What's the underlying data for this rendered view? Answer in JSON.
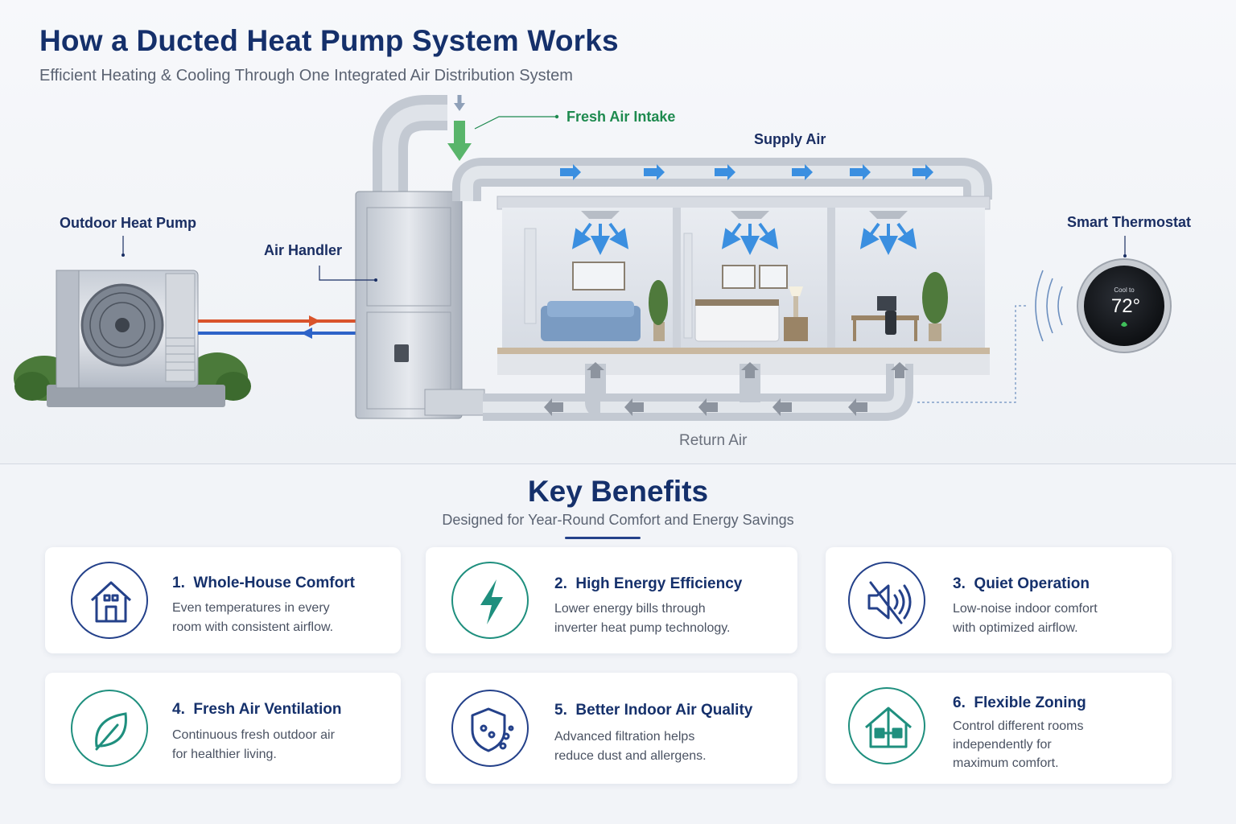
{
  "header": {
    "title": "How a Ducted Heat Pump System Works",
    "subtitle": "Efficient Heating & Cooling Through One Integrated Air Distribution System"
  },
  "diagram": {
    "outdoor_unit_label": "Outdoor Heat Pump",
    "air_handler_label": "Air Handler",
    "fresh_air_label": "Fresh Air Intake",
    "supply_air_label": "Supply Air",
    "return_air_label": "Return Air",
    "thermostat_label": "Smart Thermostat",
    "thermostat_mode": "Cool to",
    "thermostat_temp": "72°"
  },
  "benefits": {
    "title": "Key Benefits",
    "subtitle": "Designed for Year-Round Comfort and Energy Savings",
    "items": [
      {
        "number": "1.",
        "title": "Whole-House Comfort",
        "text": "Even temperatures in every\nroom with consistent airflow.",
        "icon": "house-icon"
      },
      {
        "number": "2.",
        "title": "High Energy Efficiency",
        "text": "Lower energy bills through\ninverter heat pump technology.",
        "icon": "lightning-icon"
      },
      {
        "number": "3.",
        "title": "Quiet Operation",
        "text": "Low-noise indoor comfort\nwith optimized airflow.",
        "icon": "speaker-muted-icon"
      },
      {
        "number": "4.",
        "title": "Fresh Air Ventilation",
        "text": "Continuous fresh outdoor air\nfor healthier living.",
        "icon": "leaf-icon"
      },
      {
        "number": "5.",
        "title": "Better Indoor Air Quality",
        "text": "Advanced filtration helps\nreduce dust and allergens.",
        "icon": "shield-particles-icon"
      },
      {
        "number": "6.",
        "title": "Flexible Zoning",
        "text": "Control different rooms\nindependently for\nmaximum comfort.",
        "icon": "zoned-house-icon"
      }
    ]
  },
  "colors": {
    "navy": "#15306b",
    "teal": "#1f8f7e",
    "green": "#1e8a4f",
    "supply_arrow": "#3b8fe0",
    "refrigerant_hot": "#d9532b",
    "refrigerant_cold": "#2d63c8"
  }
}
